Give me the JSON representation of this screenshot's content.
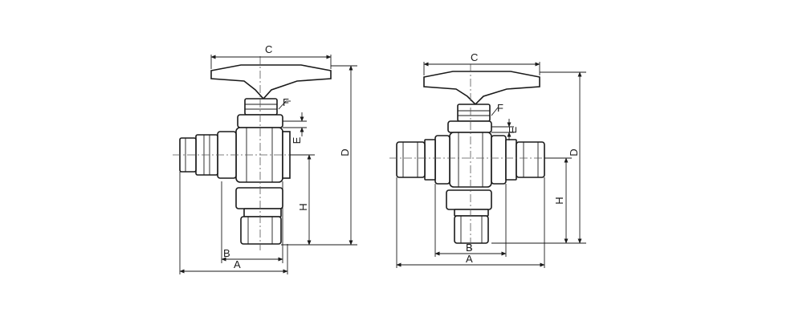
{
  "colors": {
    "line": "#1a1a1a",
    "background": "#ffffff"
  },
  "left_view": {
    "labels": {
      "A": "A",
      "B": "B",
      "C": "C",
      "D": "D",
      "E": "E",
      "F": "F",
      "H": "H"
    }
  },
  "right_view": {
    "labels": {
      "A": "A",
      "B": "B",
      "C": "C",
      "D": "D",
      "E": "E",
      "F": "F",
      "H": "H"
    }
  }
}
